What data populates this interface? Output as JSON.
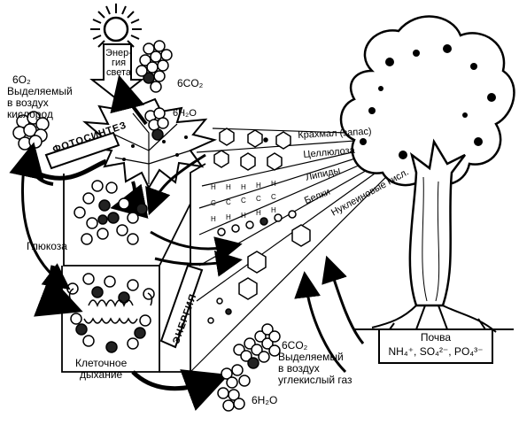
{
  "sun": {
    "light_label": "Энер-\nгия\nсвета"
  },
  "photosynthesis": {
    "label": "ФОТОСИНТЕЗ",
    "water_in": "6H₂O",
    "co2_in": "6CO₂"
  },
  "oxygen": {
    "amount": "6O₂",
    "caption": "Выделяемый\nв воздух\nкислород"
  },
  "glucose": {
    "label": "Глюкоза"
  },
  "energy": {
    "label": "ЭНЕРГИЯ"
  },
  "respiration": {
    "label": "Клеточное\nдыхание",
    "co2_out": "6CO₂",
    "co2_caption": "Выделяемый\nв воздух\nуглекислый газ",
    "water_out": "6H₂O"
  },
  "products": [
    "Крахмал (запас)",
    "Целлюлоза",
    "Липиды",
    "Белки",
    "Нуклеиновые кисл."
  ],
  "soil": {
    "title": "Почва",
    "ions": "NH₄⁺, SO₄²⁻, PO₄³⁻"
  },
  "icons": [
    "sun-icon",
    "tree-icon",
    "leaf-icon",
    "molecule-icon",
    "arrow-icon"
  ]
}
